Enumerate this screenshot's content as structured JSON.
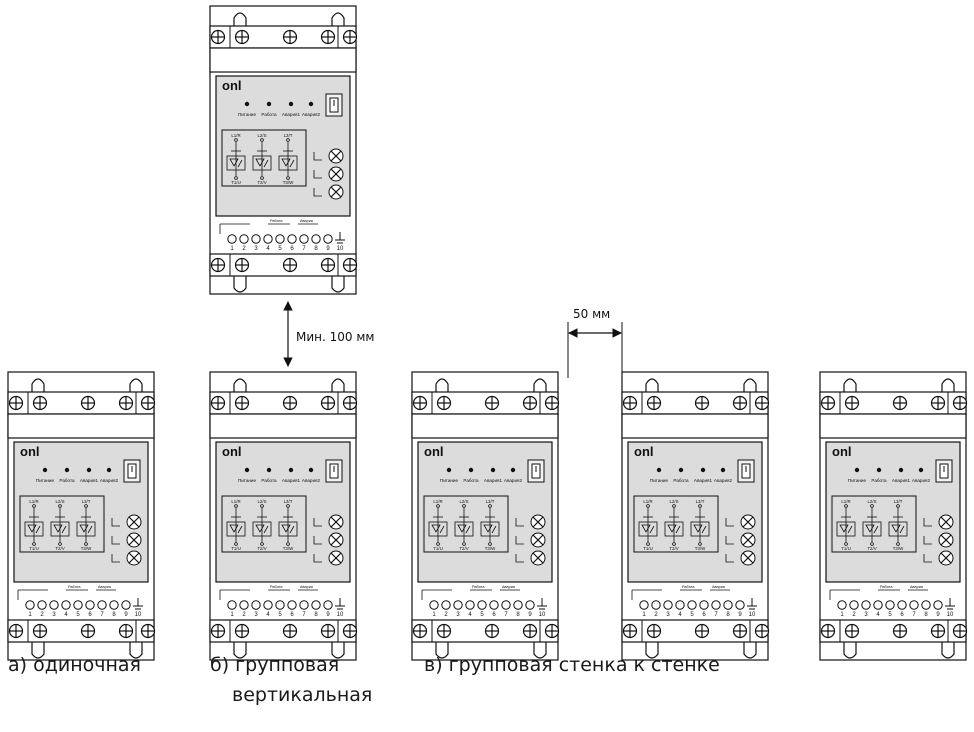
{
  "devices": [
    {
      "id": "single",
      "brand": "onl"
    },
    {
      "id": "vertical-top",
      "brand": "onl"
    },
    {
      "id": "vertical-bottom",
      "brand": "onl"
    },
    {
      "id": "wall-left",
      "brand": "onl"
    },
    {
      "id": "wall-right",
      "brand": "onl"
    },
    {
      "id": "far-right",
      "brand": "onl"
    }
  ],
  "panel": {
    "brand": "onl",
    "indicators": [
      "Питание",
      "Работа",
      "Авария1",
      "Авария2"
    ],
    "phases": [
      "L1/R",
      "L2/S",
      "L3/T"
    ],
    "outputs": [
      "T1/U",
      "T2/V",
      "T3/W"
    ],
    "terminals": [
      "1",
      "2",
      "3",
      "4",
      "5",
      "6",
      "7",
      "8",
      "9",
      "10"
    ],
    "relay_groups": [
      "Работа",
      "Авария"
    ]
  },
  "dimensions": {
    "vertical_gap": "Мин. 100 мм",
    "horizontal_gap": "50 мм"
  },
  "captions": {
    "a": "а) одиночная",
    "b_line1": "б) групповая",
    "b_line2": "вертикальная",
    "c": "в) групповая стенка к стенке"
  }
}
